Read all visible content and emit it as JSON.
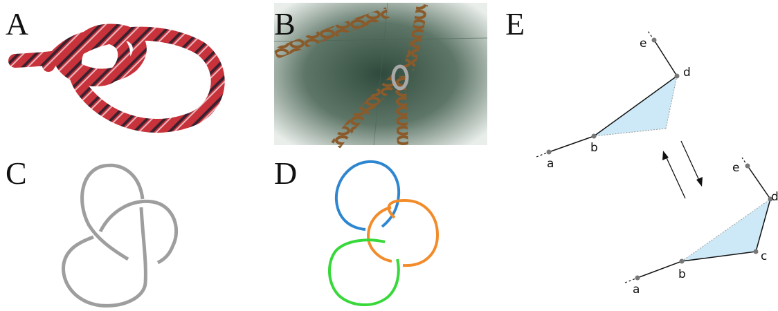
{
  "panels": {
    "a": {
      "label": "A"
    },
    "b": {
      "label": "B"
    },
    "c": {
      "label": "C"
    },
    "d": {
      "label": "D"
    },
    "e": {
      "label": "E",
      "top_points": {
        "a": "a",
        "b": "b",
        "d": "d",
        "e": "e"
      },
      "bottom_points": {
        "a": "a",
        "b": "b",
        "c": "c",
        "d": "d",
        "e": "e"
      }
    }
  },
  "colors": {
    "rope": "#c8323a",
    "rope_stripe": "#3a2130",
    "chain": "#8a5a2a",
    "trefoil_gray": "#9e9e9e",
    "trefoil_blue": "#2f86d0",
    "trefoil_orange": "#f28c2a",
    "trefoil_green": "#38d83a",
    "triangle_fill": "#cde8f6"
  }
}
